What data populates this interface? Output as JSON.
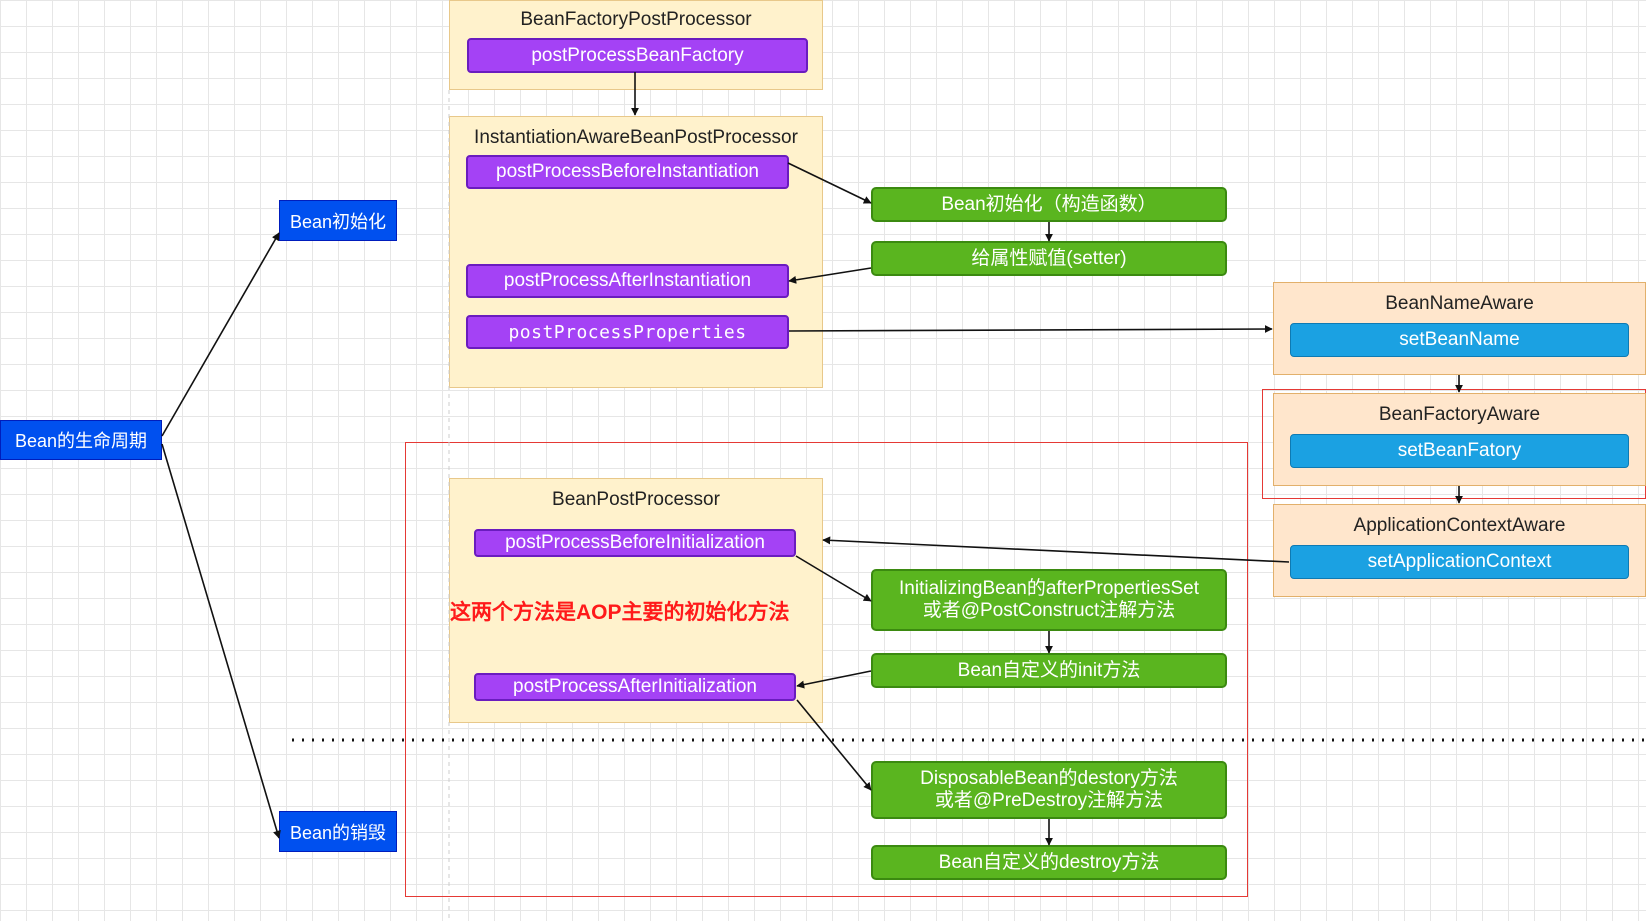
{
  "lifecycle": {
    "root_label": "Bean的生命周期",
    "init_label": "Bean初始化",
    "destroy_label": "Bean的销毁"
  },
  "bfpp": {
    "title": "BeanFactoryPostProcessor",
    "method": "postProcessBeanFactory"
  },
  "iabpp": {
    "title": "InstantiationAwareBeanPostProcessor",
    "before_instantiation": "postProcessBeforeInstantiation",
    "after_instantiation": "postProcessAfterInstantiation",
    "properties": "postProcessProperties"
  },
  "bpp": {
    "title": "BeanPostProcessor",
    "before_init": "postProcessBeforeInitialization",
    "after_init": "postProcessAfterInitialization",
    "aop_note": "这两个方法是AOP主要的初始化方法"
  },
  "steps": {
    "construct": "Bean初始化（构造函数）",
    "setter": "给属性赋值(setter)",
    "after_props_line1": "InitializingBean的afterPropertiesSet",
    "after_props_line2": "或者@PostConstruct注解方法",
    "custom_init": "Bean自定义的init方法",
    "disposable_line1": "DisposableBean的destory方法",
    "disposable_line2": "或者@PreDestroy注解方法",
    "custom_destroy": "Bean自定义的destroy方法"
  },
  "aware": {
    "bean_name_title": "BeanNameAware",
    "bean_name_method": "setBeanName",
    "bean_factory_title": "BeanFactoryAware",
    "bean_factory_method": "setBeanFatory",
    "app_context_title": "ApplicationContextAware",
    "app_context_method": "setApplicationContext"
  },
  "colors": {
    "purple": "#a442f5",
    "green": "#5ab51f",
    "blue": "#1ba1e2",
    "navy": "#0050ef",
    "group_fill": "#fff2cc",
    "aware_fill": "#ffe6cc",
    "highlight_red": "#e53935"
  }
}
